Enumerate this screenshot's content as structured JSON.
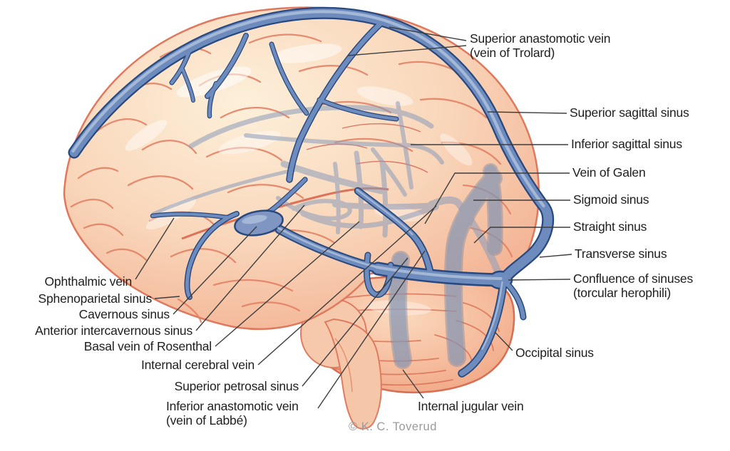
{
  "figure": {
    "type": "anatomical-diagram",
    "subject": "Venous sinuses and veins of the brain, lateral view",
    "credit": "© K. C. Toverud",
    "colors": {
      "background": "#ffffff",
      "vein_fill": "#6e8bbd",
      "vein_outline": "#27497f",
      "vein_highlight": "#aabdd9",
      "deep_vein_translucent": "#8b9cba",
      "brain_light": "#fdf0da",
      "brain_base": "#f9d6ba",
      "brain_deep": "#f3b192",
      "gyri_line": "#e48266",
      "cerebellum_base": "#f5bb9c",
      "label_text": "#1e1e1e",
      "leader_line": "#3d3d3d",
      "credit_text": "#9b9b9b"
    }
  },
  "labels": [
    {
      "text": "Superior anastomotic vein",
      "sub": "(vein of Trolard)"
    },
    {
      "text": "Superior sagittal sinus"
    },
    {
      "text": "Inferior sagittal sinus"
    },
    {
      "text": "Vein of Galen"
    },
    {
      "text": "Sigmoid sinus"
    },
    {
      "text": "Straight sinus"
    },
    {
      "text": "Transverse sinus"
    },
    {
      "text": "Confluence of sinuses",
      "sub": "(torcular herophili)"
    },
    {
      "text": "Occipital sinus"
    },
    {
      "text": "Internal jugular vein"
    },
    {
      "text": "Ophthalmic vein"
    },
    {
      "text": "Sphenoparietal sinus"
    },
    {
      "text": "Cavernous sinus"
    },
    {
      "text": "Anterior intercavernous sinus"
    },
    {
      "text": "Basal vein of Rosenthal"
    },
    {
      "text": "Internal cerebral vein"
    },
    {
      "text": "Superior petrosal sinus"
    },
    {
      "text": "Inferior anastomotic vein",
      "sub": "(vein of Labbé)"
    }
  ],
  "credit": "© K. C. Toverud"
}
